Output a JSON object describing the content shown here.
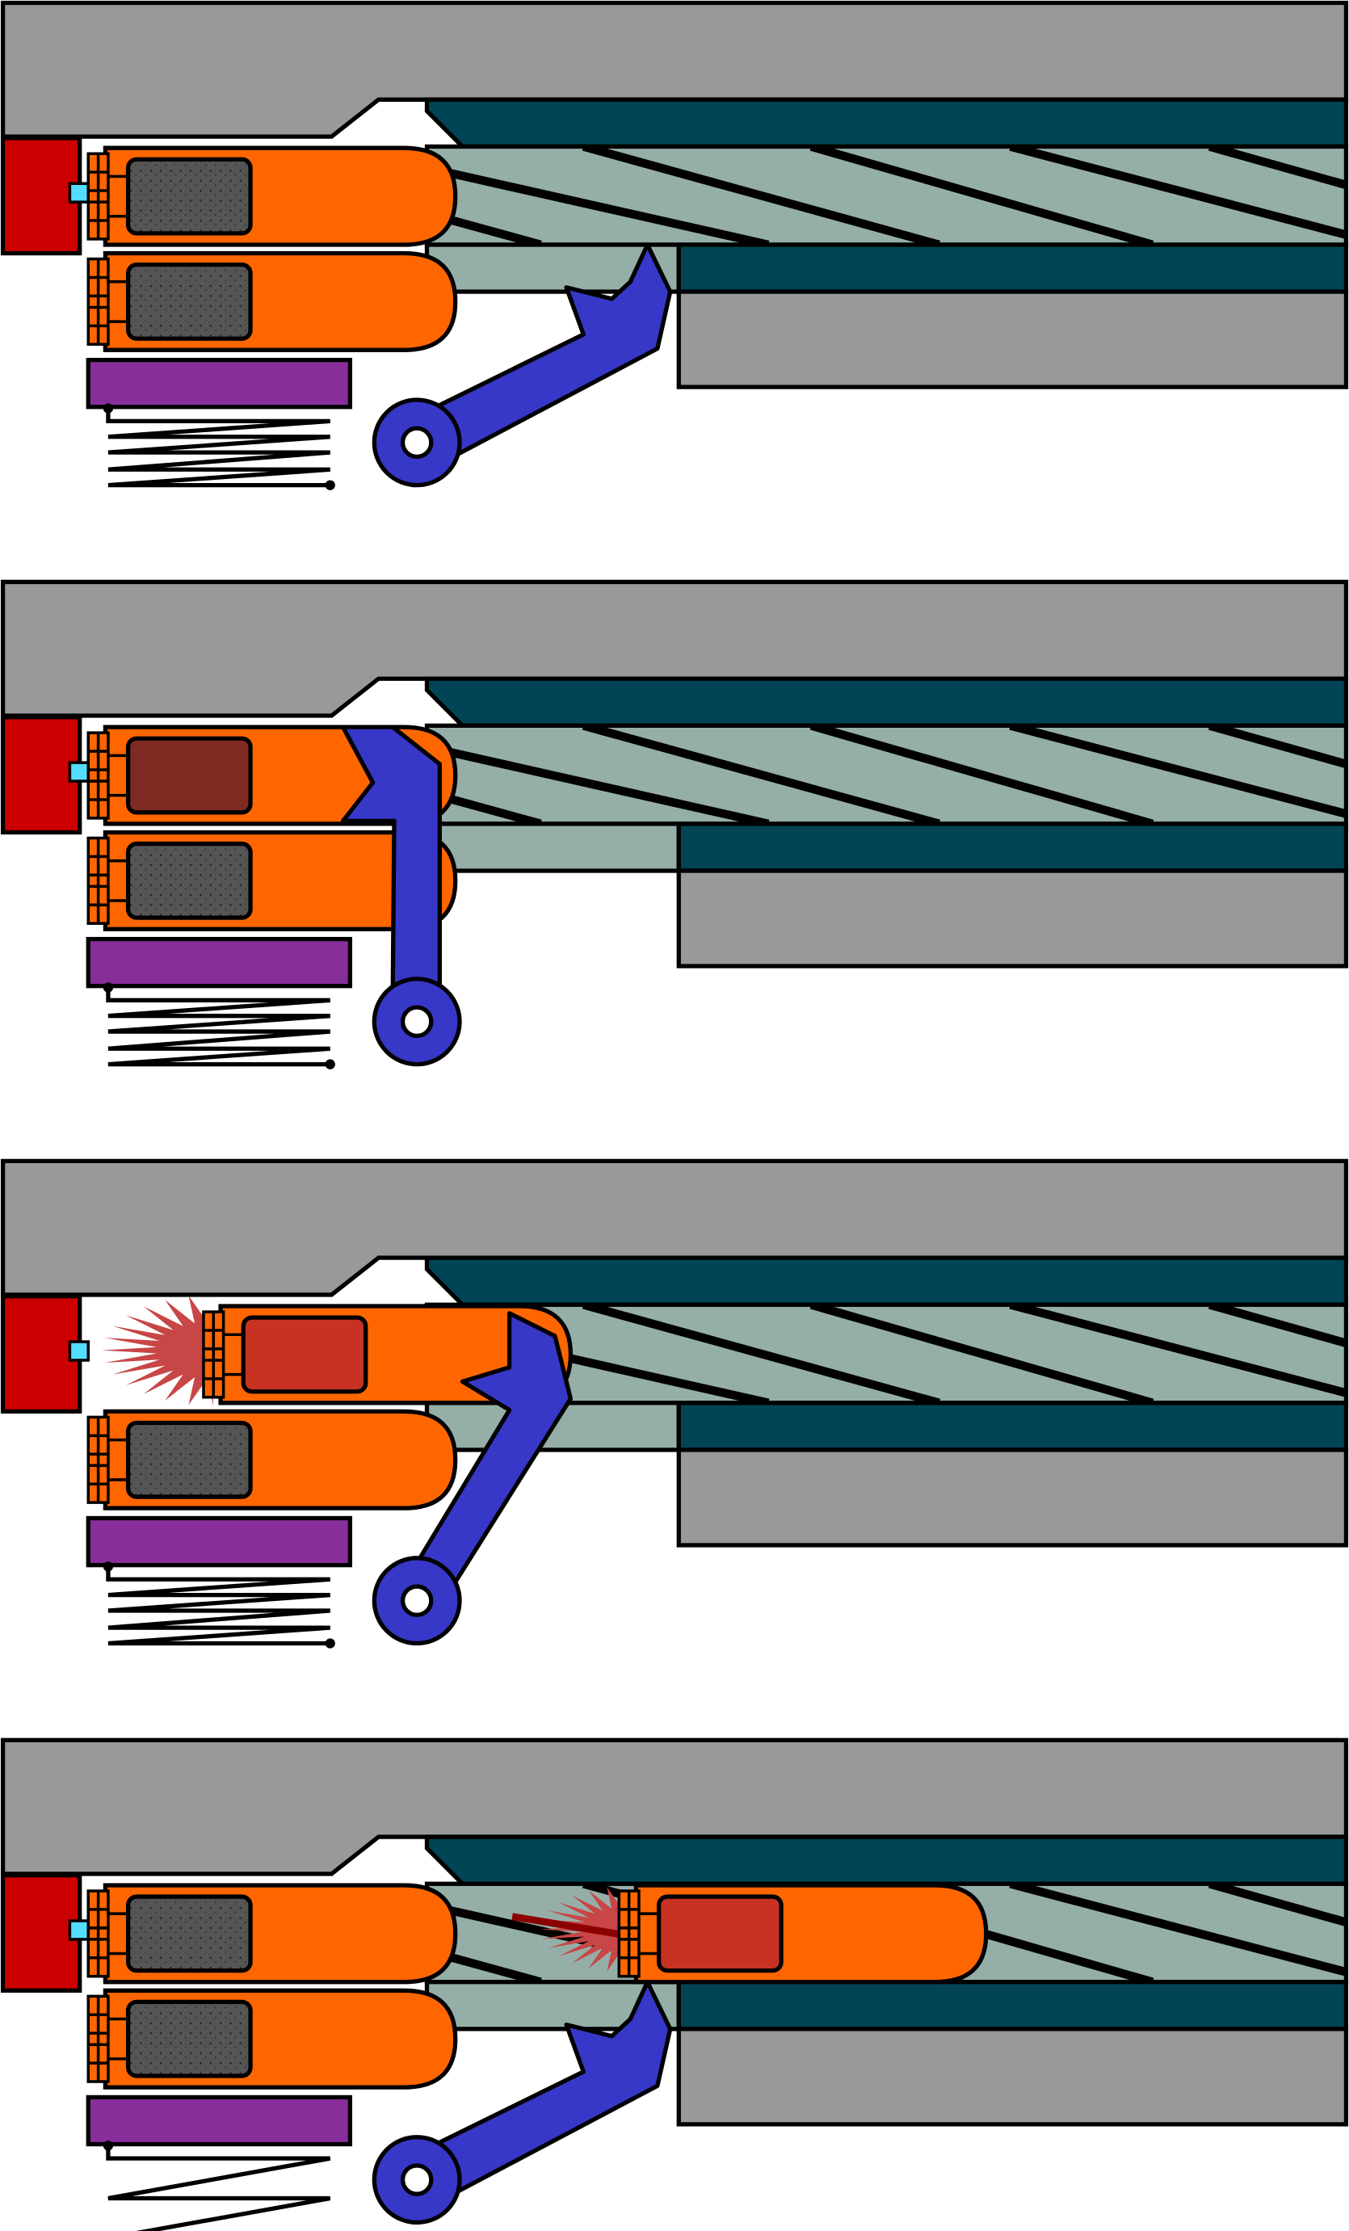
{
  "diagram": {
    "description_visible_text": "",
    "panel_count": 4,
    "colors": {
      "outline": "#000000",
      "receiver": "#999999",
      "barrel_jacket": "#004455",
      "rifling_sleeve": "#95AEA8",
      "breech_block": "#CC0000",
      "firing_pin": "#55DDFF",
      "cartridge_case": "#FF6600",
      "powder_unburnt": "#555555",
      "powder_burning": "#7F2A22",
      "powder_burnt": "#C83223",
      "flash": "#C84646",
      "muzzle_flash_core": "#8B0000",
      "follower": "#882E9A",
      "feed_lever": "#3737C8",
      "pivot_hole": "#FFFFFF",
      "spring": "#000000"
    },
    "panels": [
      {
        "name": "stage-1-rest",
        "lever": "rest",
        "top_round": "unfired",
        "fired_round_in_bore": false,
        "flash": false
      },
      {
        "name": "stage-2-lever-raised",
        "lever": "vertical",
        "top_round": "ignited",
        "fired_round_in_bore": false,
        "flash": false
      },
      {
        "name": "stage-3-round-ejected-into-chamber",
        "lever": "forward",
        "top_round": "launched",
        "fired_round_in_bore": false,
        "flash": true
      },
      {
        "name": "stage-4-projectile-in-barrel",
        "lever": "rest",
        "top_round": "unfired",
        "fired_round_in_bore": true,
        "flash": true
      }
    ]
  }
}
